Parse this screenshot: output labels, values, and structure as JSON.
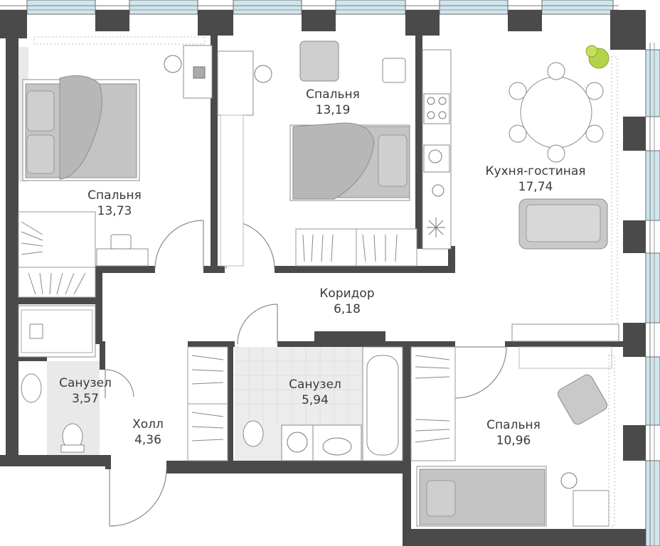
{
  "colors": {
    "wall": "#4a4a4a",
    "wall_dark": "#3d3d3d",
    "window_glass": "#cfe6ee",
    "window_frame": "#5a5a5a",
    "furniture_fill": "#bdbdbd",
    "furniture_stroke": "#8e8e8e",
    "tile": "#e6e6e6",
    "plant": "#b6d24a",
    "text": "#3a3a3a"
  },
  "rooms": [
    {
      "id": "bedroom-nw",
      "name": "Спальня",
      "area": "13,73"
    },
    {
      "id": "bedroom-center",
      "name": "Спальня",
      "area": "13,19"
    },
    {
      "id": "kitchen-living",
      "name": "Кухня-гостиная",
      "area": "17,74"
    },
    {
      "id": "corridor",
      "name": "Коридор",
      "area": "6,18"
    },
    {
      "id": "bathroom-w",
      "name": "Санузел",
      "area": "3,57"
    },
    {
      "id": "bathroom-center",
      "name": "Санузел",
      "area": "5,94"
    },
    {
      "id": "hall",
      "name": "Холл",
      "area": "4,36"
    },
    {
      "id": "bedroom-se",
      "name": "Спальня",
      "area": "10,96"
    }
  ]
}
